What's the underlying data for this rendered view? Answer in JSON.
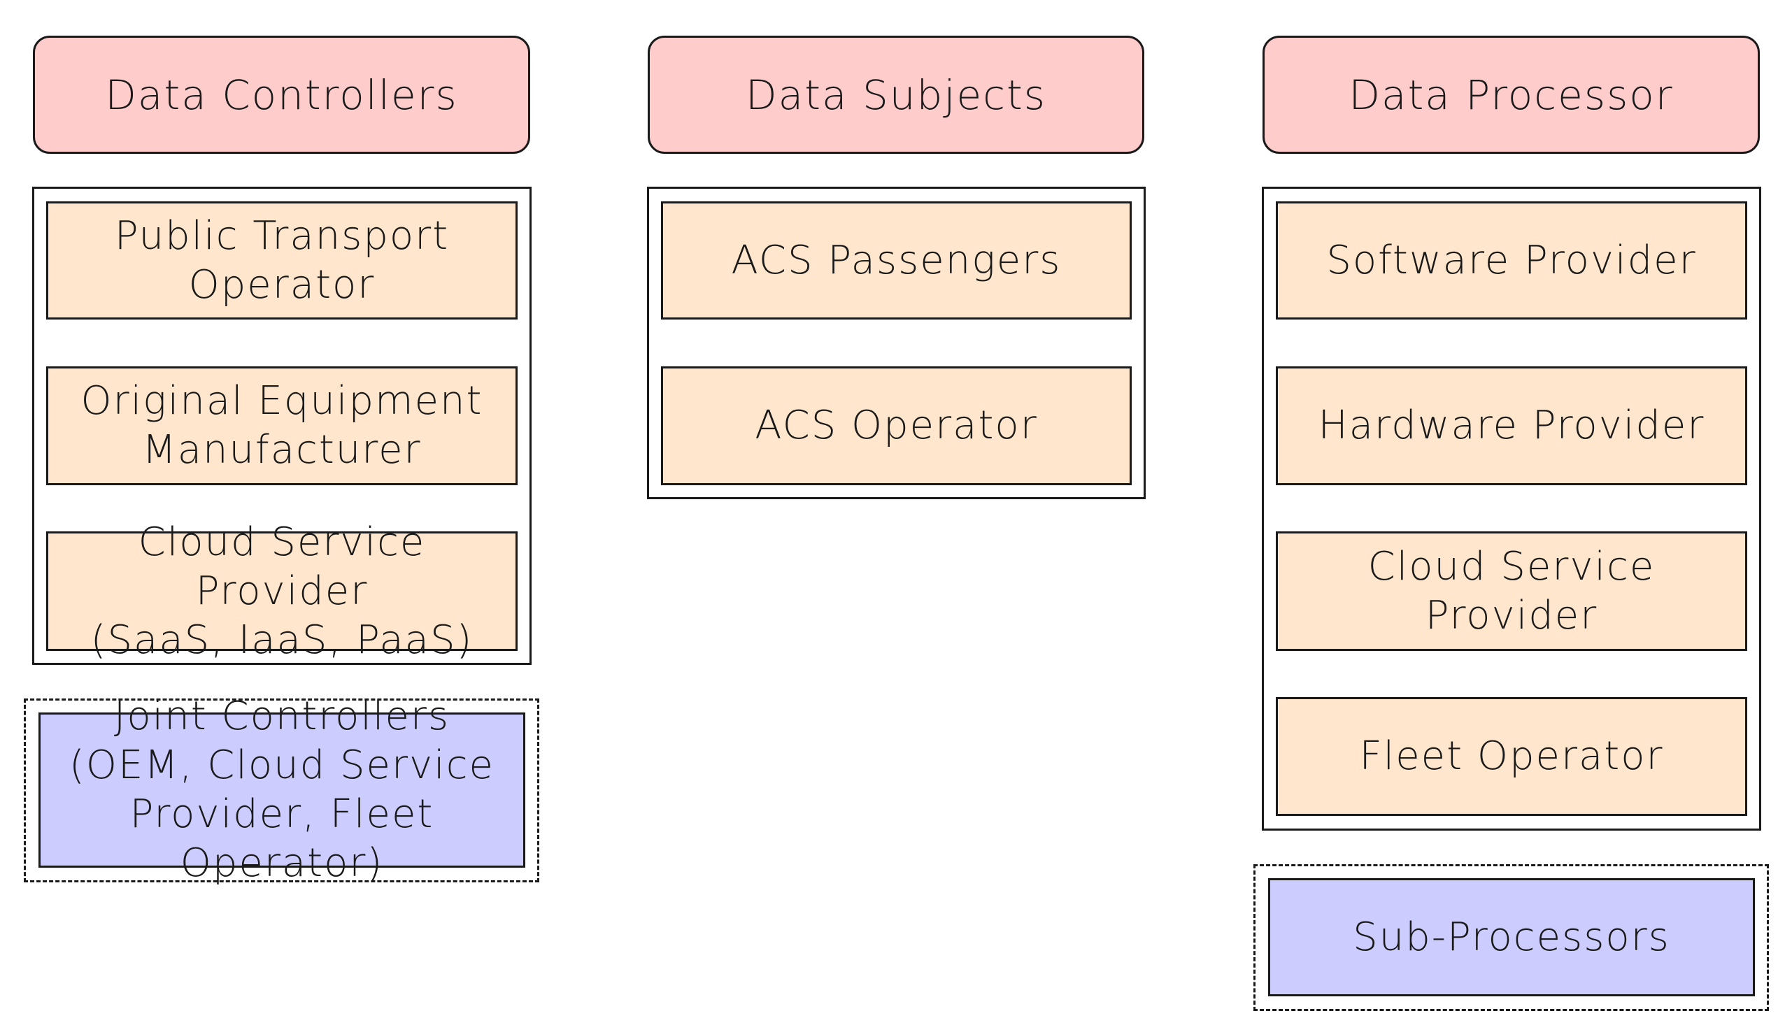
{
  "columns": {
    "controllers": {
      "title": "Data Controllers",
      "items": [
        {
          "line1": "Public Transport",
          "line2": "Operator"
        },
        {
          "line1": "Original Equipment",
          "line2": "Manufacturer"
        },
        {
          "line1": "Cloud Service Provider",
          "line2": "(SaaS, IaaS, PaaS)"
        }
      ],
      "joint": {
        "line1": "Joint Controllers",
        "line2": "(OEM, Cloud Service",
        "line3": "Provider, Fleet Operator)"
      }
    },
    "subjects": {
      "title": "Data Subjects",
      "items": [
        {
          "label": "ACS Passengers"
        },
        {
          "label": "ACS Operator"
        }
      ]
    },
    "processor": {
      "title": "Data Processor",
      "items": [
        {
          "label": "Software Provider"
        },
        {
          "label": "Hardware Provider"
        },
        {
          "label": "Cloud Service Provider"
        },
        {
          "label": "Fleet Operator"
        }
      ],
      "sub": {
        "label": "Sub-Processors"
      }
    }
  },
  "colors": {
    "header_fill": "#ffcccc",
    "item_fill": "#ffe6cc",
    "joint_fill": "#ccccff",
    "stroke": "#1a1a1a"
  }
}
